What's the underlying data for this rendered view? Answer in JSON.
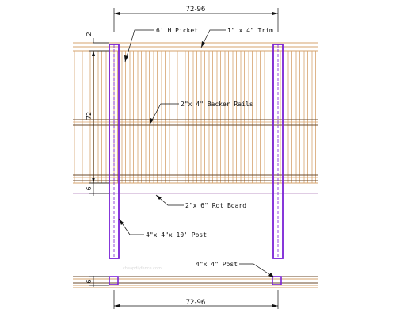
{
  "labels": {
    "picket": "6' H Picket",
    "trim": "1\" x 4\" Trim",
    "backer_rails": "2\"x 4\" Backer Rails",
    "rot_board": "2\"x 6\" Rot Board",
    "post_long": "4\"x 4\"x 10' Post",
    "post_plan": "4\"x 4\" Post"
  },
  "dimensions": {
    "top_width": "72-96",
    "bottom_width": "72-96",
    "picket_height": "72",
    "trim_height": "2",
    "rot_board_height": "6",
    "plan_depth": "6"
  },
  "watermark": "cheapdiyfence.com",
  "colors": {
    "wood": "#d6a36e",
    "rail": "#6b4a2a",
    "rot_board": "#c29ac9",
    "post": "#7a22d6"
  }
}
